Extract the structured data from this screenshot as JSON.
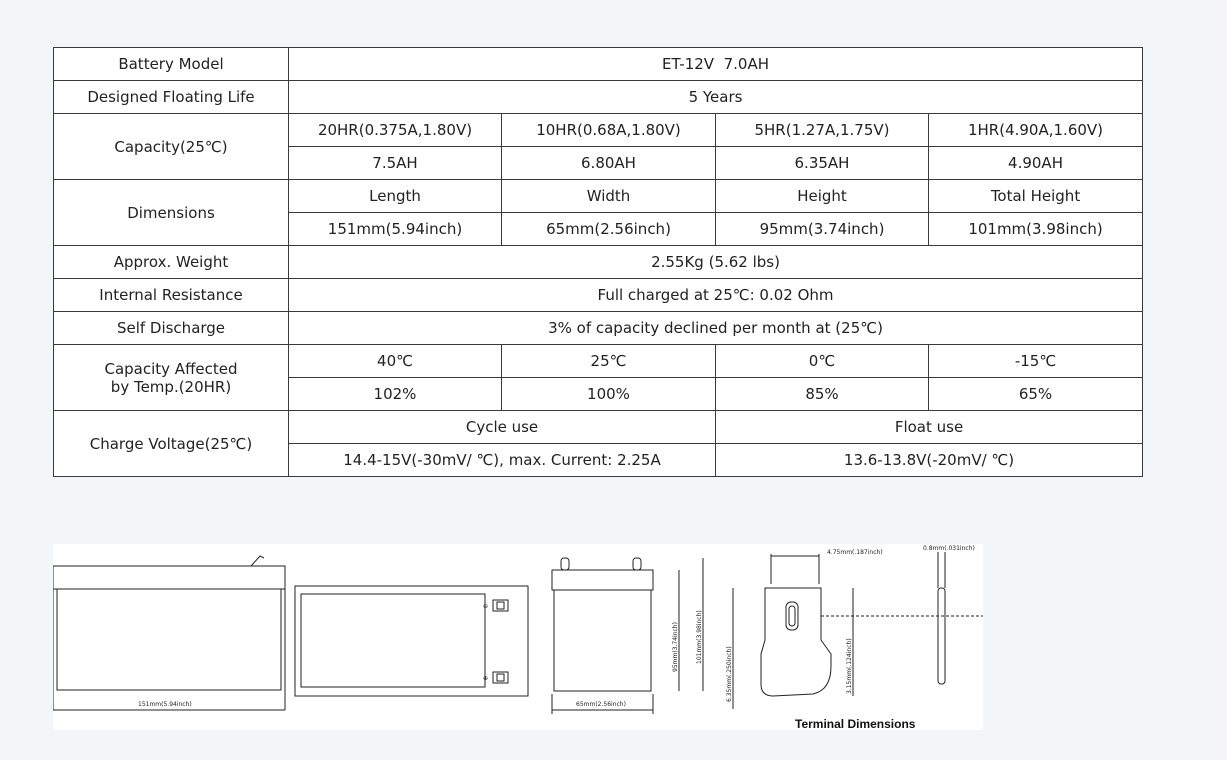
{
  "table": {
    "model_label": "Battery Model",
    "model_value": "ET-12V  7.0AH",
    "life_label": "Designed Floating Life",
    "life_value": "5 Years",
    "capacity_label": "Capacity(25℃)",
    "capacity_headers": [
      "20HR(0.375A,1.80V)",
      "10HR(0.68A,1.80V)",
      "5HR(1.27A,1.75V)",
      "1HR(4.90A,1.60V)"
    ],
    "capacity_values": [
      "7.5AH",
      "6.80AH",
      "6.35AH",
      "4.90AH"
    ],
    "dimensions_label": "Dimensions",
    "dimensions_headers": [
      "Length",
      "Width",
      "Height",
      "Total Height"
    ],
    "dimensions_values": [
      "151mm(5.94inch)",
      "65mm(2.56inch)",
      "95mm(3.74inch)",
      "101mm(3.98inch)"
    ],
    "weight_label": "Approx. Weight",
    "weight_value": "2.55Kg (5.62 lbs)",
    "resistance_label": "Internal Resistance",
    "resistance_value": "Full charged at 25℃: 0.02 Ohm",
    "discharge_label": "Self Discharge",
    "discharge_value": "3% of capacity declined per month at (25℃)",
    "temp_label_line1": "Capacity Affected",
    "temp_label_line2": "by Temp.(20HR)",
    "temp_headers": [
      "40℃",
      "25℃",
      "0℃",
      "-15℃"
    ],
    "temp_values": [
      "102%",
      "100%",
      "85%",
      "65%"
    ],
    "charge_label": "Charge Voltage(25℃)",
    "charge_cycle_label": "Cycle use",
    "charge_float_label": "Float use",
    "charge_cycle_value": "14.4-15V(-30mV/ ℃), max. Current: 2.25A",
    "charge_float_value": "13.6-13.8V(-20mV/ ℃)"
  },
  "diagram": {
    "length_label": "151mm(5.94inch)",
    "width_label": "65mm(2.56inch)",
    "height_label": "95mm(3.74inch)",
    "total_height_label": "101mm(3.98inch)",
    "terminal_width_label": "4.75mm(.187inch)",
    "terminal_thickness_label": "0.8mm(.031inch)",
    "terminal_height_label": "6.35mm(.250inch)",
    "terminal_hole_label": "3.15mm(.124inch)",
    "terminal_title": "Terminal Dimensions",
    "positive_symbol": "⊕",
    "negative_symbol": "⊖"
  }
}
